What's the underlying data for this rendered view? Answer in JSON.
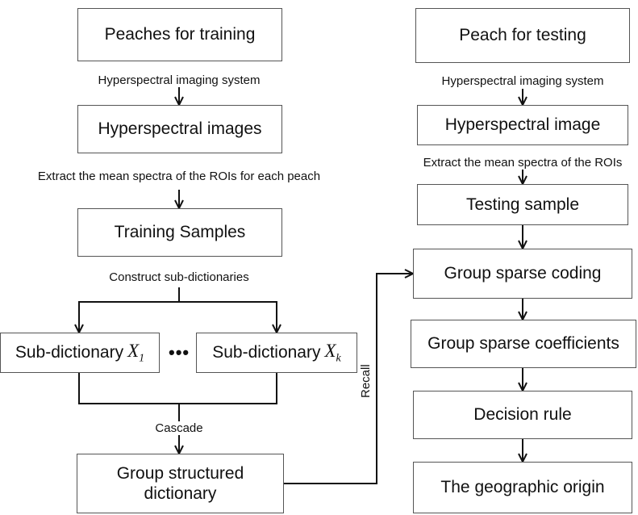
{
  "left": {
    "training_box": "Peaches for training",
    "imaging_label": "Hyperspectral imaging system",
    "images_box": "Hyperspectral images",
    "extract_label": "Extract the mean spectra of the ROIs for each peach",
    "samples_box": "Training Samples",
    "construct_label": "Construct sub-dictionaries",
    "subdict1": {
      "text": "Sub-dictionary",
      "var": "X",
      "sub": "1"
    },
    "ellipsis": "•••",
    "subdictk": {
      "text": "Sub-dictionary",
      "var": "X",
      "sub": "k"
    },
    "cascade_label": "Cascade",
    "group_dict_line1": "Group structured",
    "group_dict_line2": "dictionary"
  },
  "recall_label": "Recall",
  "right": {
    "testing_box": "Peach for testing",
    "imaging_label": "Hyperspectral imaging system",
    "image_box": "Hyperspectral image",
    "extract_label": "Extract the mean spectra of the ROIs",
    "sample_box": "Testing sample",
    "coding_box": "Group sparse coding",
    "coefficients_box": "Group sparse coefficients",
    "decision_box": "Decision rule",
    "origin_box": "The geographic origin"
  }
}
